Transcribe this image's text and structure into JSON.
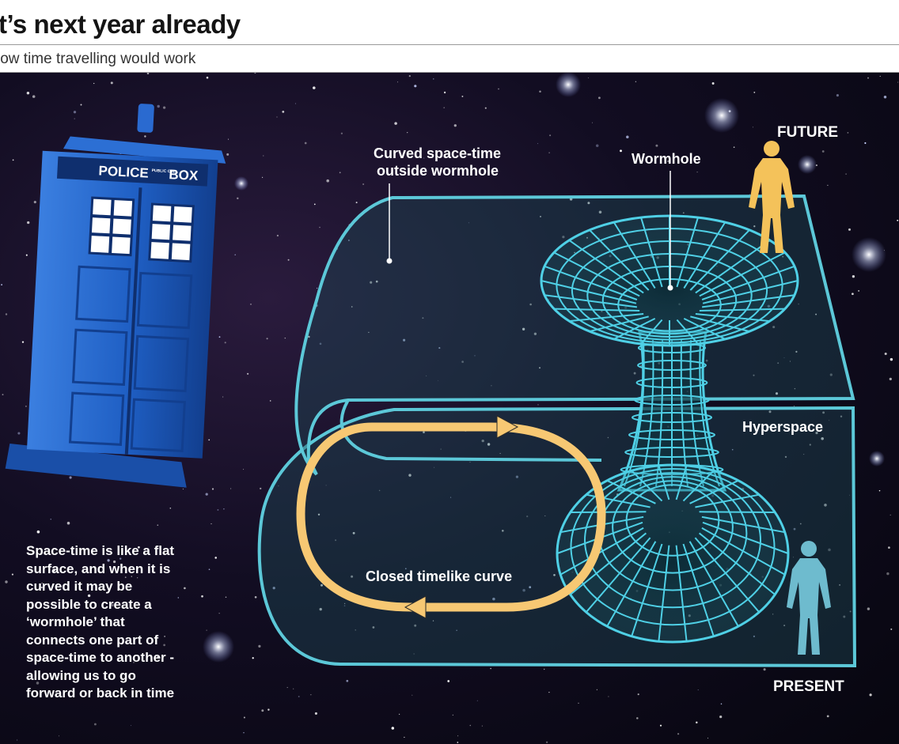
{
  "header": {
    "title": "t’s next year already",
    "subtitle": "low time travelling would work"
  },
  "tardis": {
    "sign_left": "POLICE",
    "sign_small": "PUBLIC CALL",
    "sign_right": "BOX"
  },
  "labels": {
    "future": "FUTURE",
    "wormhole": "Wormhole",
    "curved_line1": "Curved space-time",
    "curved_line2": "outside wormhole",
    "hyperspace": "Hyperspace",
    "closed_curve": "Closed timelike curve",
    "present": "PRESENT"
  },
  "explanation": "Space-time is like a flat\nsurface, and when it is\ncurved it may be\npossible to create a\n‘wormhole’ that\nconnects one part of\nspace-time to another -\nallowing us to go\nforward or back in time",
  "colors": {
    "sheet_stroke": "#5cc8d8",
    "wormhole_grid": "#4fd0e6",
    "curve_arrow": "#f7c873",
    "figure_future": "#f4c25a",
    "figure_present": "#7fd6ea",
    "tardis_blue": "#1f5fc4"
  }
}
